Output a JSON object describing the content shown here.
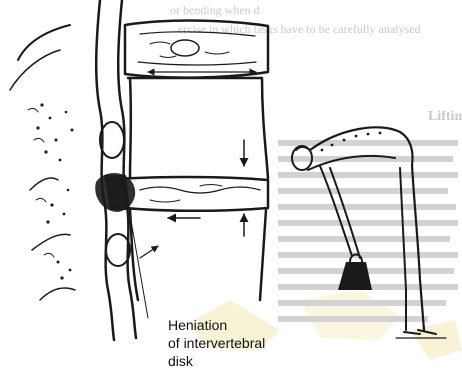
{
  "annotation": {
    "lines": [
      "Heniation",
      "of intervertebral",
      "disk"
    ]
  },
  "background_text": {
    "top_fragment": "or bending when d",
    "top_fragment_2": "ercise in which tasks have to be carefully analysed",
    "heading": "Lifting"
  },
  "colors": {
    "ink": "#1a1a1a",
    "faded_text": "#c9c9c9",
    "watermark": "#f3e9b5"
  },
  "icons": {
    "arrow_down": "arrow-down-icon",
    "arrow_up": "arrow-up-icon",
    "arrow_left": "arrow-left-icon",
    "arrow_double": "double-arrow-icon"
  }
}
